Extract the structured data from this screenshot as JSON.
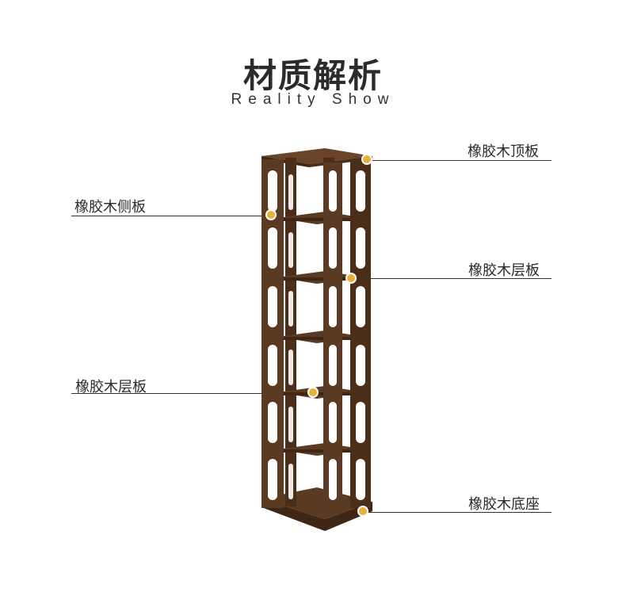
{
  "header": {
    "title": "材质解析",
    "subtitle": "Reality Show"
  },
  "callouts": [
    {
      "id": "top",
      "label": "橡胶木顶板"
    },
    {
      "id": "side",
      "label": "橡胶木侧板"
    },
    {
      "id": "layer-right",
      "label": "橡胶木层板"
    },
    {
      "id": "layer-left",
      "label": "橡胶木层板"
    },
    {
      "id": "base",
      "label": "橡胶木底座"
    }
  ],
  "colors": {
    "wood": "#5a3a22",
    "wood_dark": "#3f2615",
    "wood_light": "#7a5234",
    "marker": "#e8b03a",
    "line": "#333333"
  }
}
